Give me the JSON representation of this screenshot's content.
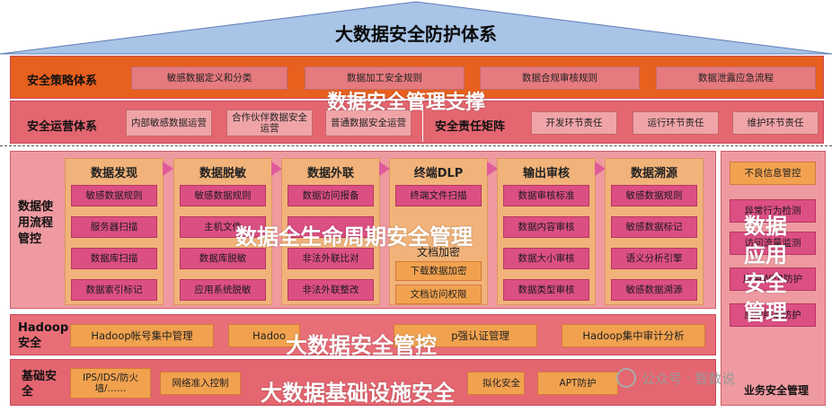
{
  "header": {
    "title": "大数据安全防护体系"
  },
  "strategy": {
    "label": "安全策略体系",
    "items": [
      "敏感数据定义和分类",
      "数据加工安全规则",
      "数据合规审核规则",
      "数据泄露应急流程"
    ]
  },
  "operations": {
    "label": "安全运营体系",
    "items": [
      "内部敏感数据运营",
      "合作伙伴数据安全运营",
      "普通数据安全运营"
    ],
    "matrix_label": "安全责任矩阵",
    "matrix_items": [
      "开发环节责任",
      "运行环节责任",
      "维护环节责任"
    ]
  },
  "overlays": {
    "management_support": "数据安全管理支撑",
    "lifecycle": "数据全生命周期安全管理",
    "bigdata": "大数据安全管控",
    "infra": "大数据基础设施安全",
    "app": [
      "数据",
      "应用",
      "安全",
      "管理"
    ]
  },
  "lifecycle": {
    "label": "数据使用流程管控",
    "columns": [
      {
        "title": "数据发现",
        "items": [
          "敏感数据规则",
          "服务器扫描",
          "数据库扫描",
          "数据索引标记"
        ]
      },
      {
        "title": "数据脱敏",
        "items": [
          "敏感数据规则",
          "主机文件",
          "数据库脱敏",
          "应用系统脱敏"
        ]
      },
      {
        "title": "数据外联",
        "items": [
          "数据访问报备",
          "",
          "非法外联比对",
          "非法外联整改"
        ]
      },
      {
        "title": "终端DLP",
        "items": [
          "终端文件扫描",
          "文档加密",
          "下载数据加密",
          "文档访问权限"
        ]
      },
      {
        "title": "输出审核",
        "items": [
          "数据审核标准",
          "数据内容审核",
          "数据大小审核",
          "数据类型审核"
        ]
      },
      {
        "title": "数据溯源",
        "items": [
          "敏感数据规则",
          "敏感数据标记",
          "语义分析引擎",
          "敏感数据溯源"
        ]
      }
    ]
  },
  "hadoop": {
    "label": "Hadoop安全",
    "items": [
      "Hadoop帐号集中管理",
      "Hadoo",
      "p强认证管理",
      "Hadoop集中审计分析"
    ]
  },
  "infra": {
    "label": "基础安全",
    "items": [
      "IPS/IDS/防火墙/……",
      "网络准入控制",
      "拟化安全",
      "APT防护"
    ]
  },
  "app": {
    "items": [
      "不良信息管控",
      "异常行为检测",
      "访问流量监测",
      "应用WEB防护",
      "应用终端防护"
    ],
    "footer": "业务安全管理"
  },
  "watermark": "公众号 · 智数说"
}
